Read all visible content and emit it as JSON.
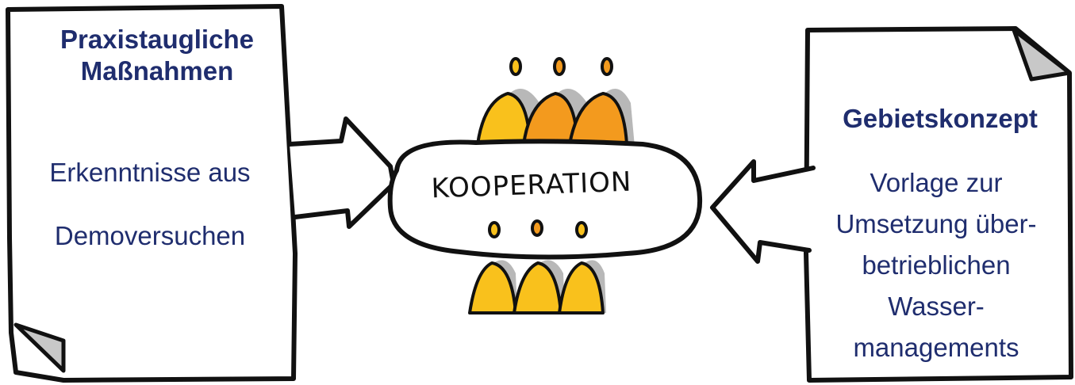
{
  "left_document": {
    "title": "Praxistaugliche\nMaßnahmen",
    "line1": "Erkenntnisse aus",
    "line2": "Demoversuchen"
  },
  "center": {
    "label": "KOOPERATION"
  },
  "right_document": {
    "title": "Gebietskonzept",
    "body_lines": [
      "Vorlage zur",
      "Umsetzung über-",
      "betrieblichen",
      "Wasser-",
      "managements"
    ]
  },
  "colors": {
    "text": "#1f2d6e",
    "outline": "#111111",
    "person_yellow": "#f9c11c",
    "person_orange": "#f39a1e",
    "person_shadow": "#b8b8b8",
    "page_fold": "#c8c8c8"
  },
  "icons": [
    "document-icon",
    "arrow-icon",
    "people-group-icon"
  ]
}
